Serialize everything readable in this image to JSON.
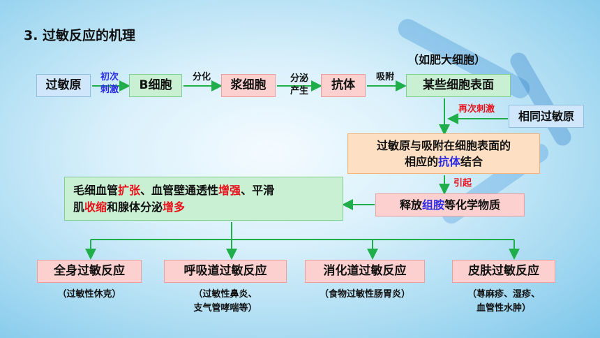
{
  "title": "3. 过敏反应的机理",
  "nodes": {
    "allergen": "过敏原",
    "b_cell": "B细胞",
    "plasma_cell": "浆细胞",
    "antibody": "抗体",
    "cell_surface": "某些细胞表面",
    "same_allergen": "相同过敏原",
    "binding_pre": "过敏原与吸附在细胞表面的",
    "binding_mid": "相应的",
    "binding_key": "抗体",
    "binding_post": "结合",
    "release_pre": "释放",
    "release_key": "组胺",
    "release_post": "等化学物质",
    "effect_1": "毛细血管",
    "effect_2": "扩张",
    "effect_3": "、血管壁通透性",
    "effect_4": "增强",
    "effect_5": "、平滑",
    "effect_6": "肌",
    "effect_7": "收缩",
    "effect_8": "和腺体分泌",
    "effect_9": "增多"
  },
  "labels": {
    "first_1": "初次",
    "first_2": "刺激",
    "differentiate": "分化",
    "secrete_1": "分泌",
    "secrete_2": "产生",
    "adsorb": "吸附",
    "mast_cell_note": "（如肥大细胞）",
    "again": "再次刺激",
    "cause": "引起"
  },
  "reactions": [
    {
      "name": "全身过敏反应",
      "notes": [
        "（过敏性休克）"
      ]
    },
    {
      "name": "呼吸道过敏反应",
      "notes": [
        "（过敏性鼻炎、",
        "支气管哮喘等）"
      ]
    },
    {
      "name": "消化道过敏反应",
      "notes": [
        "（食物过敏性肠胃炎）"
      ]
    },
    {
      "name": "皮肤过敏反应",
      "notes": [
        "（荨麻疹、湿疹、",
        "血管性水肿）"
      ]
    }
  ],
  "colors": {
    "arrow": "#1fae4a",
    "emphasis_red": "#e8101a",
    "emphasis_blue": "#2a2ae6"
  }
}
